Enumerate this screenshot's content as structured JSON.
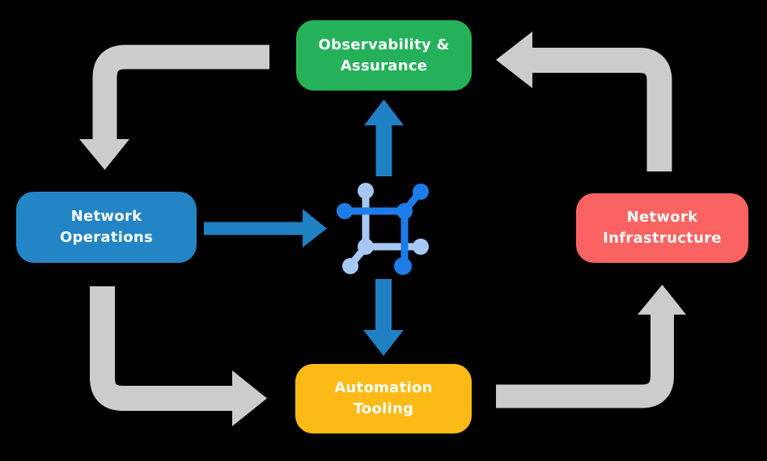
{
  "background_color": "#000000",
  "text_color": "#ffffff",
  "nodes": {
    "observability": {
      "line1": "Observability &",
      "line2": "Assurance",
      "color": "#24b15a"
    },
    "operations": {
      "line1": "Network",
      "line2": "Operations",
      "color": "#2385c6"
    },
    "infrastructure": {
      "line1": "Network",
      "line2": "Infrastructure",
      "color": "#fa6361"
    },
    "automation": {
      "line1": "Automation",
      "line2": "Tooling",
      "color": "#fcba17"
    }
  },
  "center_icon": {
    "name": "network-mesh-icon",
    "dark_blue": "#1e7ce8",
    "light_blue": "#a6c8f2"
  },
  "arrows": {
    "gray_color": "#cccccc",
    "blue_color": "#2080c4",
    "items": [
      {
        "name": "arrow-observability-to-operations",
        "style": "gray elbow, top-left, points down"
      },
      {
        "name": "arrow-infrastructure-to-observability",
        "style": "gray elbow, top-right, points left"
      },
      {
        "name": "arrow-operations-to-automation",
        "style": "gray elbow, bottom-left, points right"
      },
      {
        "name": "arrow-automation-to-infrastructure",
        "style": "gray elbow, bottom-right, points up"
      },
      {
        "name": "arrow-operations-to-core",
        "style": "blue straight, points right"
      },
      {
        "name": "arrow-core-to-observability",
        "style": "blue straight, points up"
      },
      {
        "name": "arrow-core-to-automation",
        "style": "blue straight, points down"
      }
    ]
  }
}
